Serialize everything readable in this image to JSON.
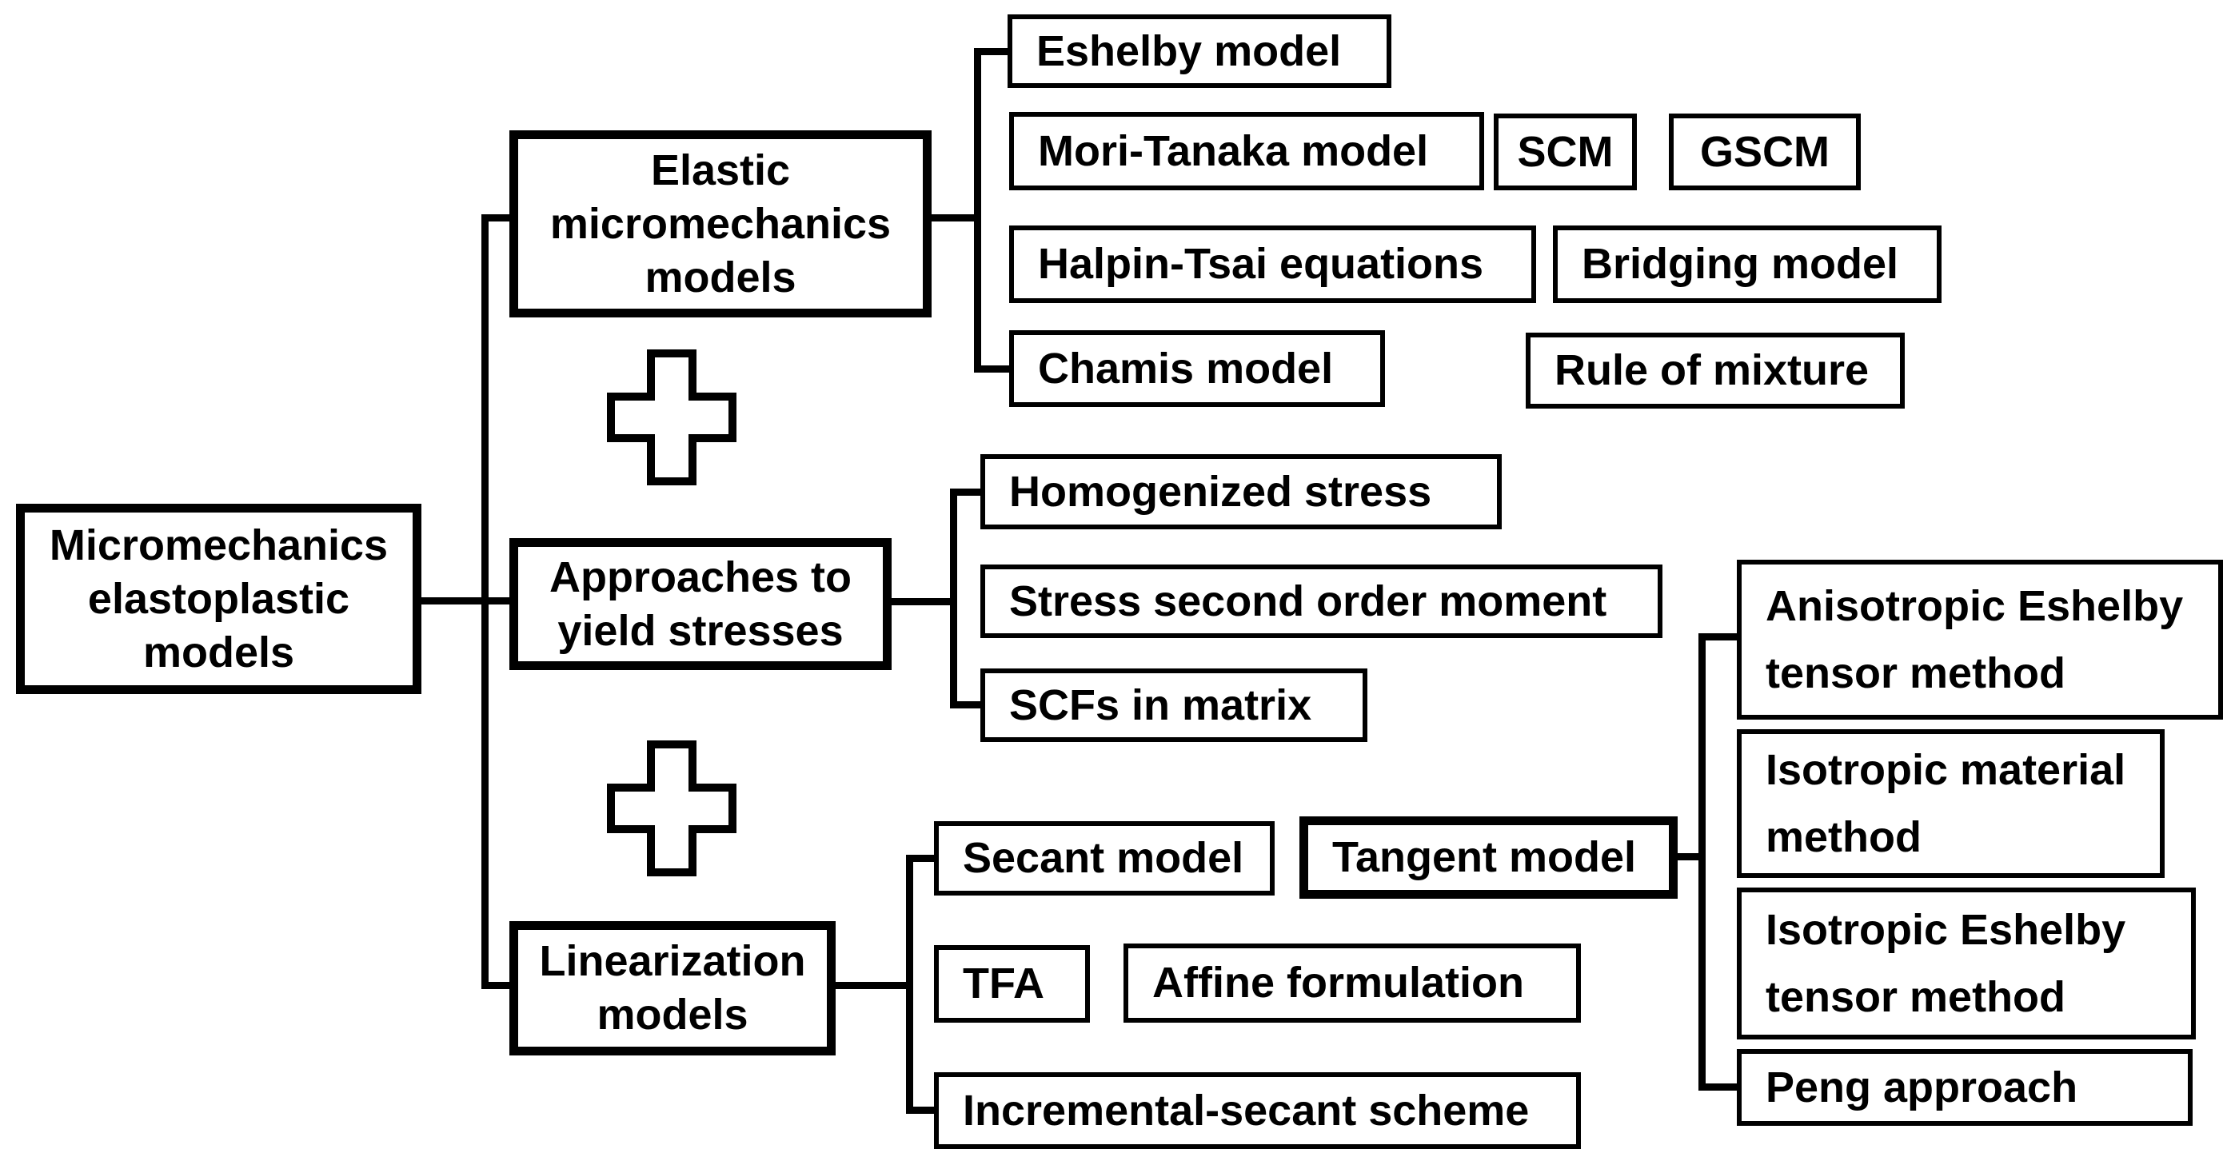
{
  "diagram": {
    "root": {
      "label": "Micromechanics elastoplastic models"
    },
    "operators": [
      {
        "icon": "plus"
      },
      {
        "icon": "plus"
      }
    ],
    "branches": [
      {
        "label": "Elastic micromechanics models",
        "children": [
          {
            "label": "Eshelby model"
          },
          {
            "label": "Mori-Tanaka model"
          },
          {
            "label": "SCM"
          },
          {
            "label": "GSCM"
          },
          {
            "label": "Halpin-Tsai equations"
          },
          {
            "label": "Bridging model"
          },
          {
            "label": "Chamis model"
          },
          {
            "label": "Rule of mixture"
          }
        ]
      },
      {
        "label": "Approaches to yield stresses",
        "children": [
          {
            "label": "Homogenized stress"
          },
          {
            "label": "Stress second order moment"
          },
          {
            "label": "SCFs in matrix"
          }
        ]
      },
      {
        "label": "Linearization models",
        "children": [
          {
            "label": "Secant model"
          },
          {
            "label": "Tangent model",
            "children": [
              {
                "label": "Anisotropic Eshelby tensor method"
              },
              {
                "label": "Isotropic material method"
              },
              {
                "label": "Isotropic Eshelby tensor method"
              },
              {
                "label": "Peng approach"
              }
            ]
          },
          {
            "label": "TFA"
          },
          {
            "label": "Affine formulation"
          },
          {
            "label": "Incremental-secant scheme"
          }
        ]
      }
    ],
    "colors": {
      "line": "#000000",
      "box_background": "#ffffff",
      "text": "#000000",
      "page_background": "#ffffff"
    }
  }
}
